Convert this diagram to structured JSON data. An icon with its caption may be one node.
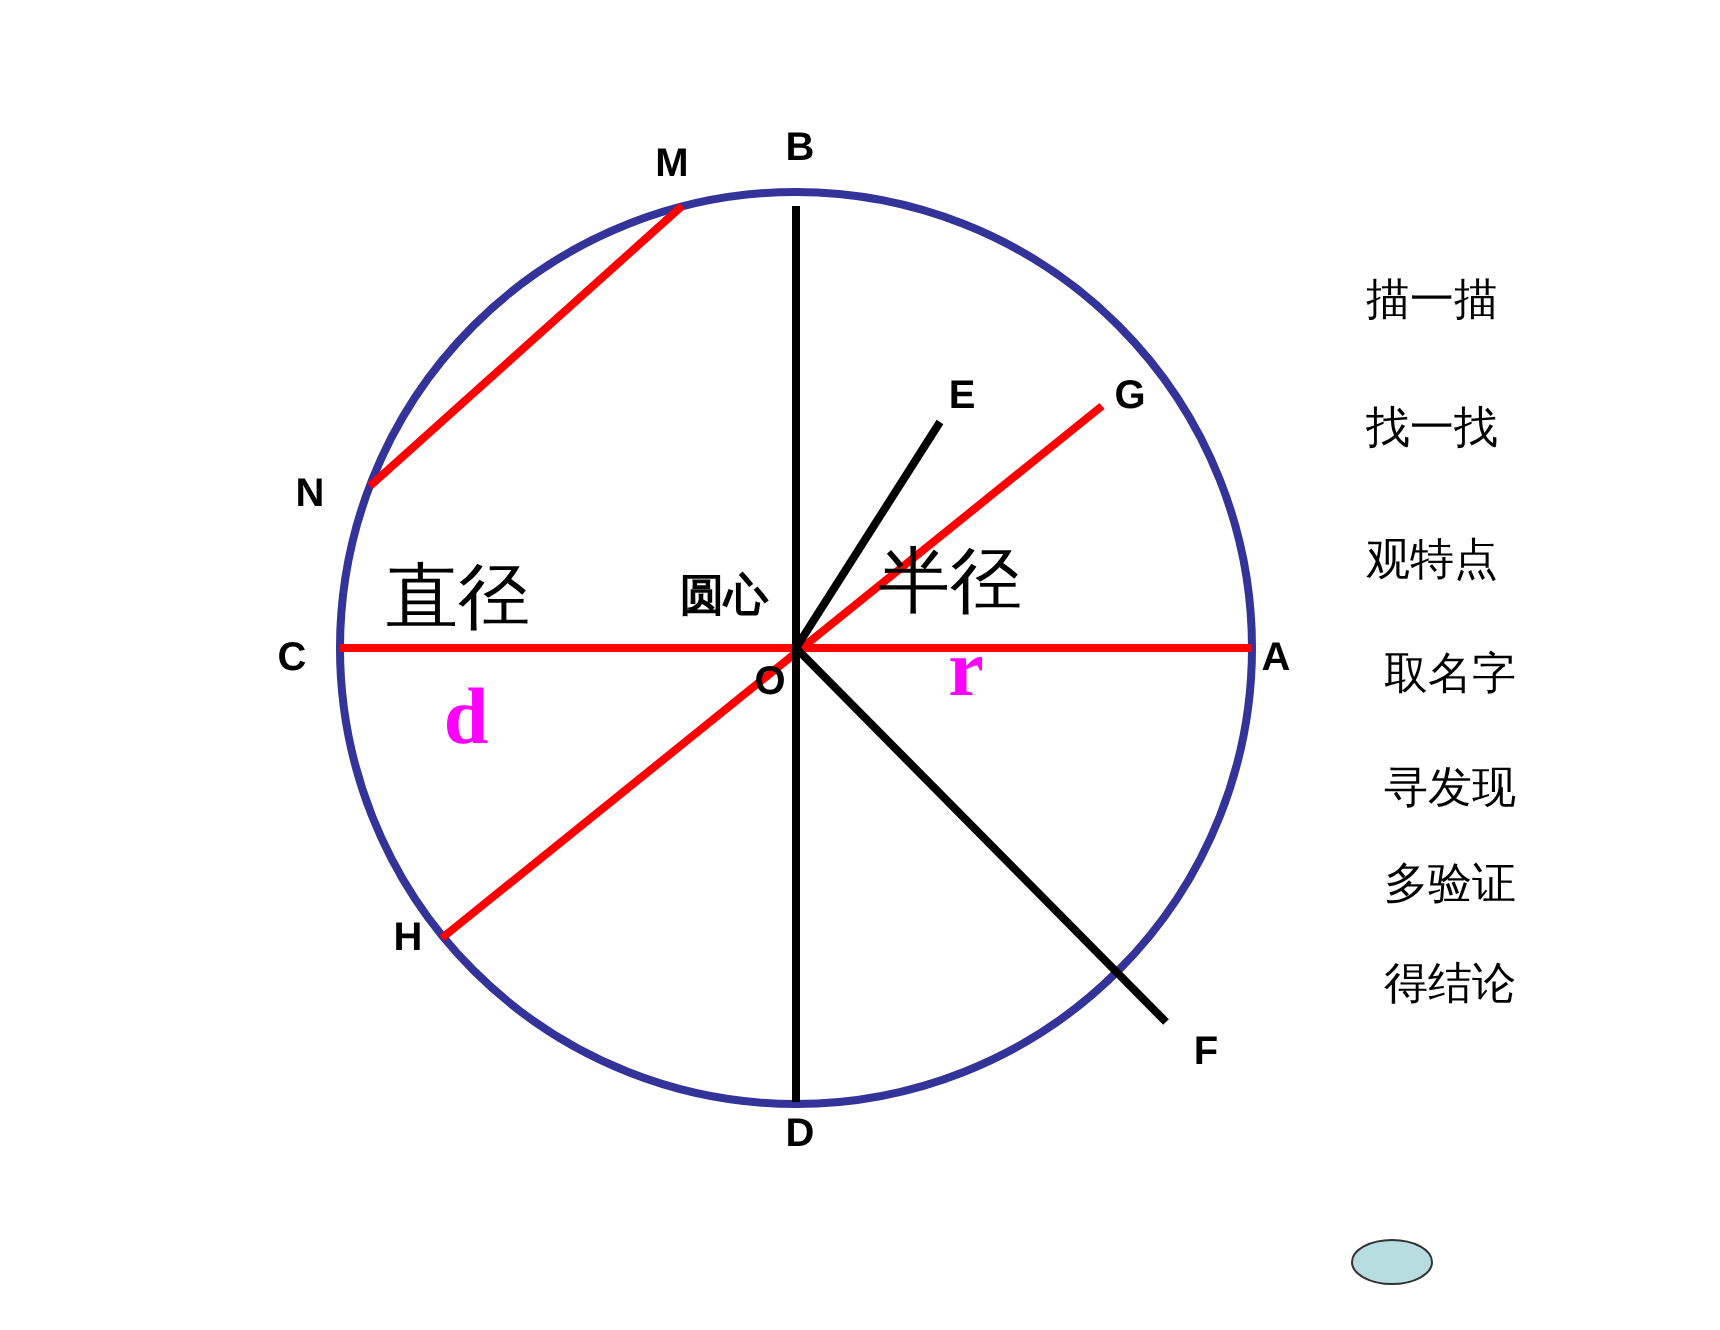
{
  "diagram": {
    "nodes": [
      {
        "text": [
          "M"
        ]
      },
      {
        "text": [
          "B"
        ]
      },
      {
        "text": [
          "N"
        ]
      },
      {
        "text": [
          "E"
        ]
      },
      {
        "text": [
          "G"
        ]
      },
      {
        "text": [
          "C"
        ]
      },
      {
        "text": [
          "A"
        ]
      },
      {
        "text": [
          "O"
        ]
      },
      {
        "text": [
          "H"
        ]
      },
      {
        "text": [
          "F"
        ]
      },
      {
        "text": [
          "D"
        ]
      }
    ],
    "edges": [
      {
        "from": 2,
        "to": 0,
        "arrow": "none"
      },
      {
        "from": 5,
        "to": 6,
        "arrow": "none"
      },
      {
        "from": 8,
        "to": 4,
        "arrow": "none"
      },
      {
        "from": 1,
        "to": 10,
        "arrow": "none",
        "color": "#000000"
      },
      {
        "from": 7,
        "to": 3,
        "arrow": "none",
        "color": "#000000"
      },
      {
        "from": 7,
        "to": 9,
        "arrow": "none",
        "color": "#000000"
      }
    ],
    "labels": [
      "直径",
      "圆心",
      "半径",
      "d",
      "r",
      "描一描",
      "找一找",
      "观特点",
      "取名字",
      "寻发现",
      "多验证",
      "得结论"
    ]
  }
}
